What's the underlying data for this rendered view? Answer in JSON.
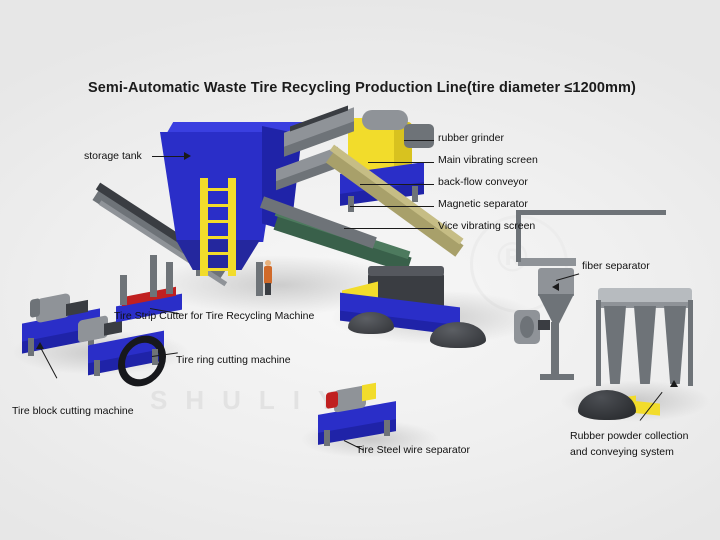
{
  "page": {
    "background_color": "#f2f2f2",
    "title": "Semi-Automatic Waste Tire Recycling Production Line(tire diameter ≤1200mm)"
  },
  "watermark": {
    "text": "SHULIY",
    "registered_mark": "®"
  },
  "labels": {
    "storage_tank": "storage tank",
    "rubber_grinder": "rubber grinder",
    "main_vibrating_screen": "Main vibrating screen",
    "back_flow_conveyor": "back-flow conveyor",
    "magnetic_separator": "Magnetic separator",
    "vice_vibrating_screen": "Vice vibrating screen",
    "fiber_separator": "fiber separator",
    "tire_strip_cutter": "Tire Strip Cutter for Tire Recycling Machine",
    "tire_ring_cutting": "Tire ring cutting machine",
    "tire_block_cutting": "Tire block cutting machine",
    "tire_steel_wire_separator": "Tire Steel wire separator",
    "rubber_powder_collection_line1": "Rubber powder collection",
    "rubber_powder_collection_line2": "and conveying system"
  },
  "colors": {
    "machine_blue": "#2a2ec8",
    "machine_yellow": "#f2dc2b",
    "metal_grey": "#8f9398",
    "conveyor_dark": "#3a3d42",
    "text": "#111111",
    "watermark": "#e2e2e2"
  }
}
